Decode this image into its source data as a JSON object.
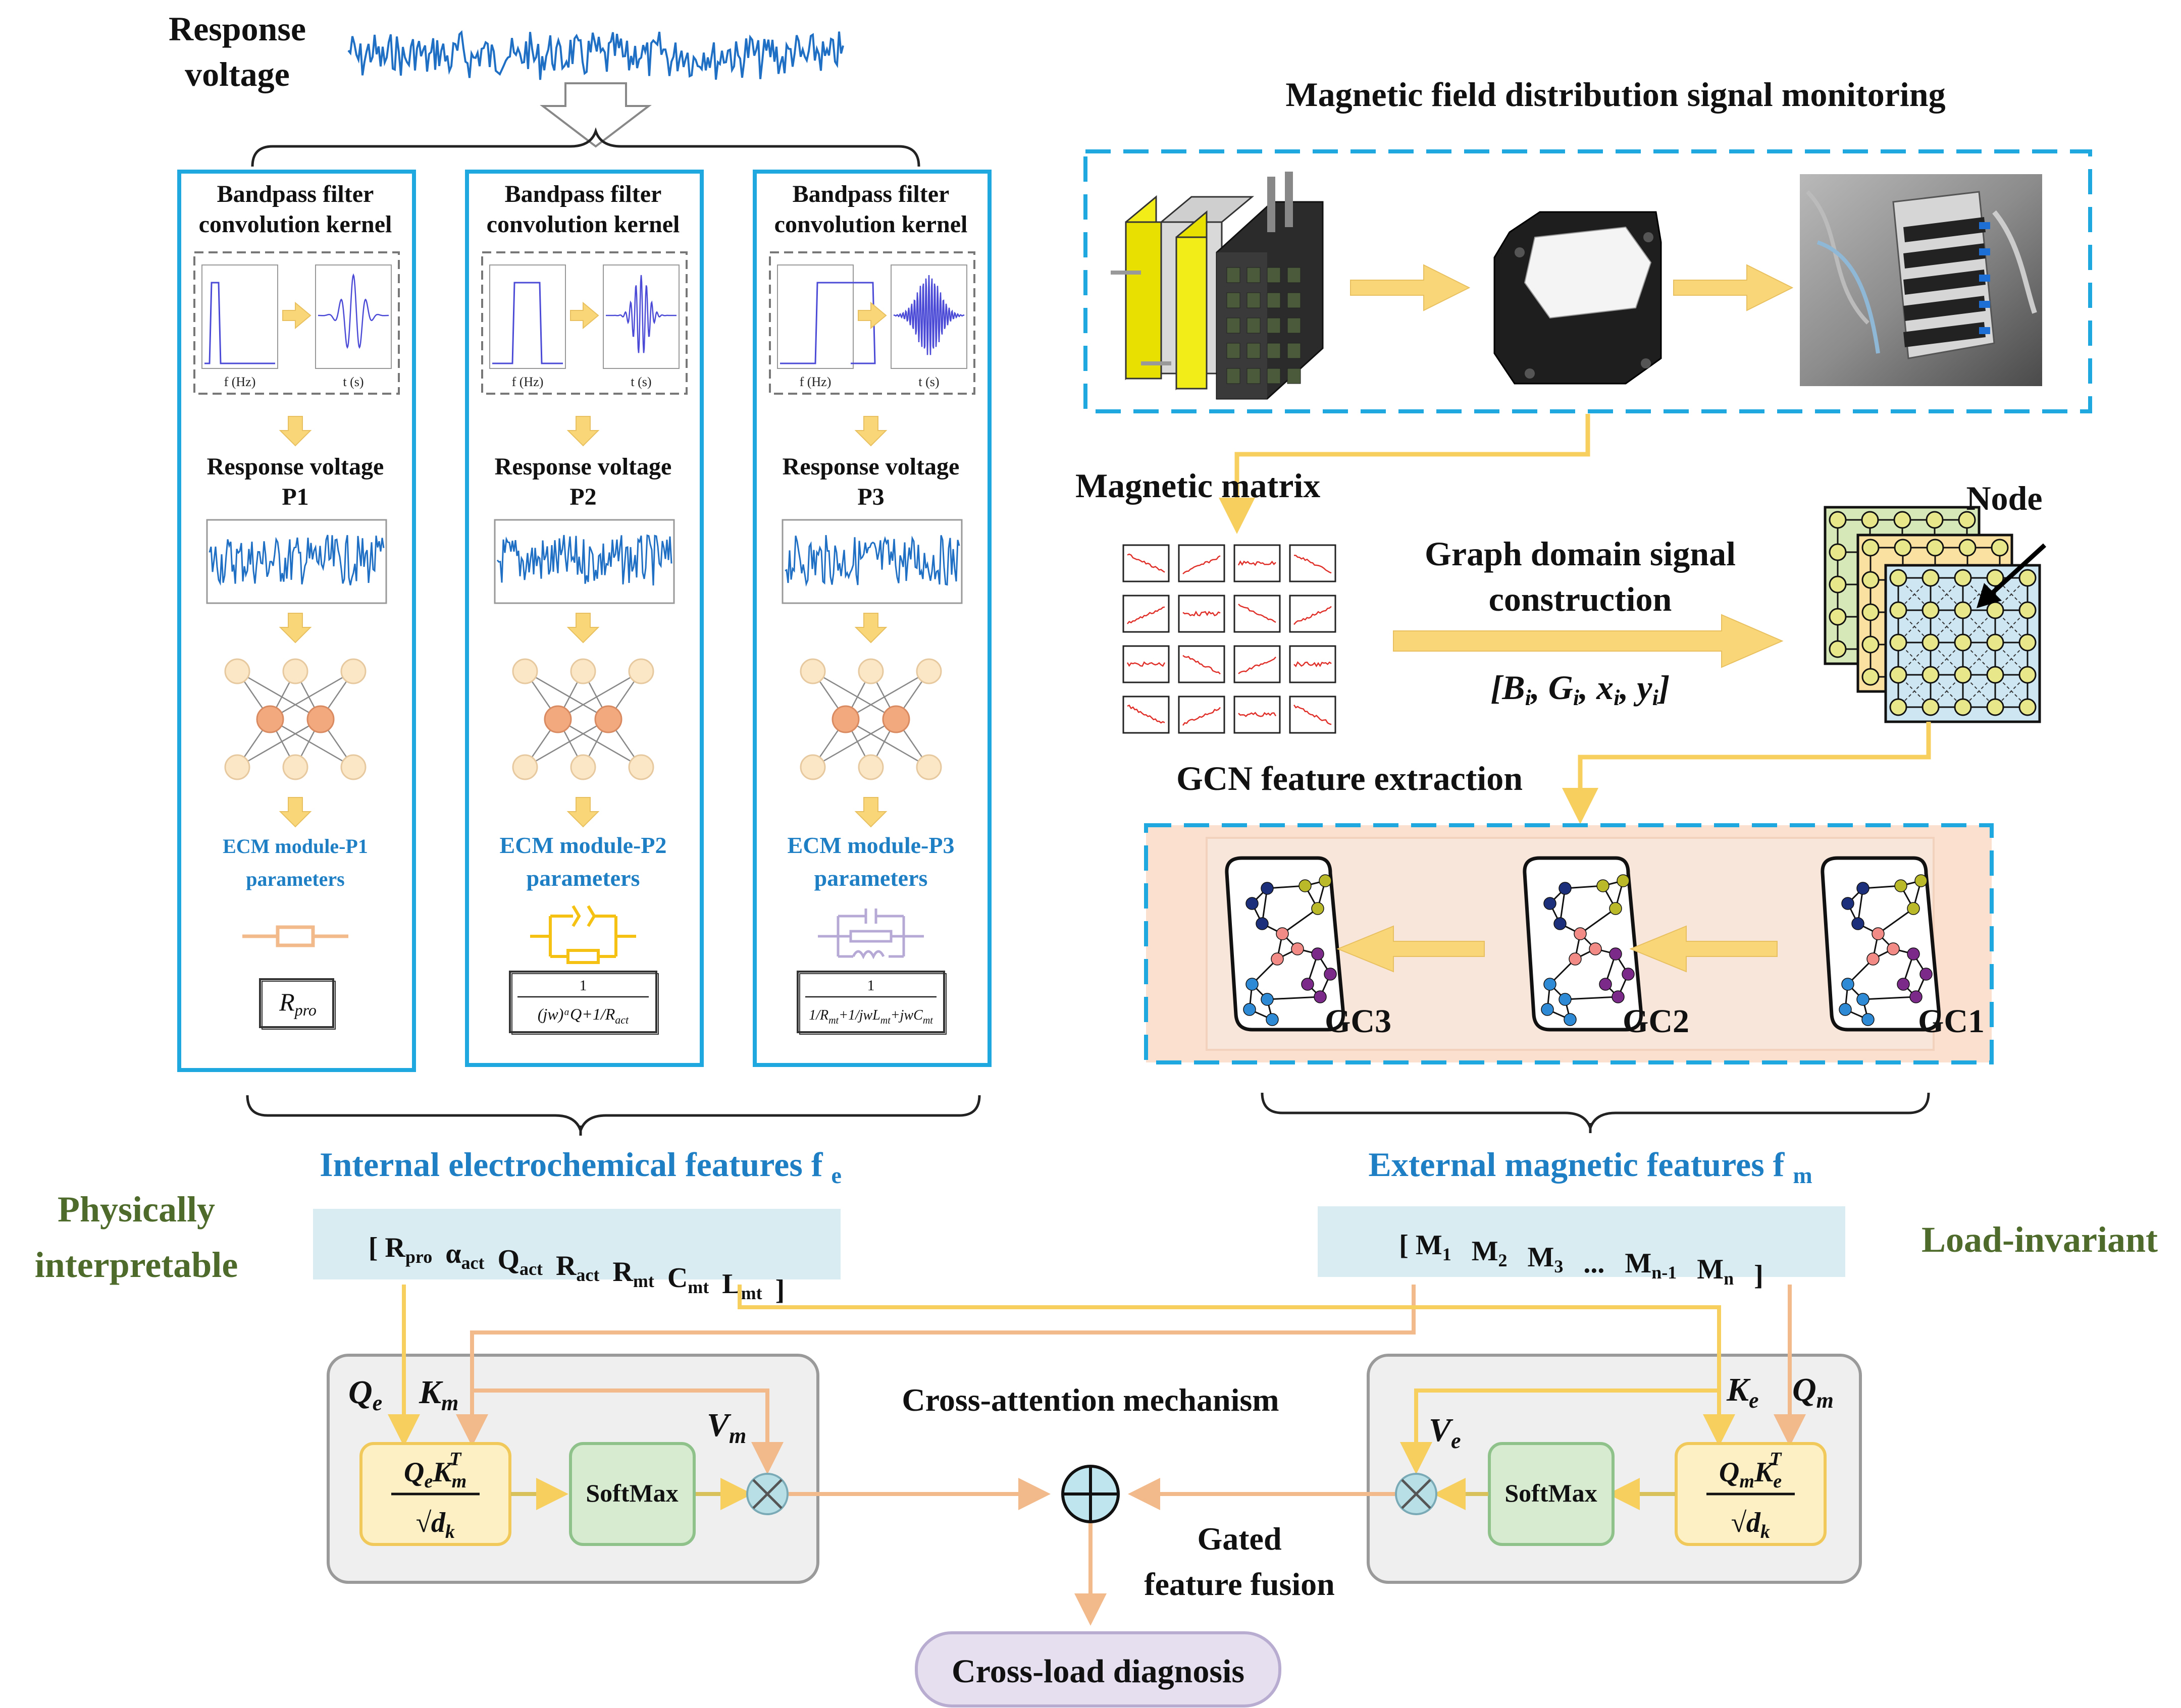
{
  "top_signal": {
    "label_line1": "Response",
    "label_line2": "voltage"
  },
  "columns": [
    {
      "kernel_line1": "Bandpass filter",
      "kernel_line2": "convolution kernel",
      "freq_label": "f (Hz)",
      "time_label": "t (s)",
      "resp_line1": "Response voltage",
      "resp_line2": "P1",
      "ecm_line1": "ECM module-P1",
      "ecm_line2": "parameters",
      "formula": "R_pro"
    },
    {
      "kernel_line1": "Bandpass filter",
      "kernel_line2": "convolution kernel",
      "freq_label": "f (Hz)",
      "time_label": "t (s)",
      "resp_line1": "Response voltage",
      "resp_line2": "P2",
      "ecm_line1": "ECM module-P2",
      "ecm_line2": "parameters",
      "formula": "1 / ((jw)^αQ + 1/R_act)"
    },
    {
      "kernel_line1": "Bandpass filter",
      "kernel_line2": "convolution kernel",
      "freq_label": "f (Hz)",
      "time_label": "t (s)",
      "resp_line1": "Response voltage",
      "resp_line2": "P3",
      "ecm_line1": "ECM module-P3",
      "ecm_line2": "parameters",
      "formula": "1 / (1/R_mt + 1/(jwL_mt) + jwC_mt)"
    }
  ],
  "magnetic": {
    "title": "Magnetic field distribution signal monitoring",
    "matrix_label": "Magnetic  matrix",
    "graph_line1": "Graph domain signal",
    "graph_line2": "construction",
    "graph_vector": "[B_i, G_i, x_i, y_i]",
    "node_label": "Node",
    "gcn_title": "GCN feature extraction",
    "gc_labels": [
      "GC3",
      "GC2",
      "GC1"
    ]
  },
  "features": {
    "internal_title": "Internal electrochemical features  f_e",
    "external_title": "External magnetic features  f_m",
    "left_side_line1": "Physically",
    "left_side_line2": "interpretable",
    "right_side": "Load-invariant",
    "internal_vector": [
      "R_pro",
      "α_act",
      "Q_act",
      "R_act",
      "R_mt",
      "C_mt",
      "L_mt"
    ],
    "external_vector": [
      "M_1",
      "M_2",
      "M_3",
      "...",
      "M_n-1",
      "M_n"
    ]
  },
  "attention": {
    "title": "Cross-attention mechanism",
    "left": {
      "q": "Q_e",
      "k": "K_m",
      "v": "V_m",
      "score": "Q_e K_m^T / √d_k",
      "softmax": "SoftMax"
    },
    "right": {
      "q": "Q_m",
      "k": "K_e",
      "v": "V_e",
      "score": "Q_m K_e^T / √d_k",
      "softmax": "SoftMax"
    },
    "fusion_line1": "Gated",
    "fusion_line2": "feature fusion",
    "output": "Cross-load diagnosis"
  }
}
